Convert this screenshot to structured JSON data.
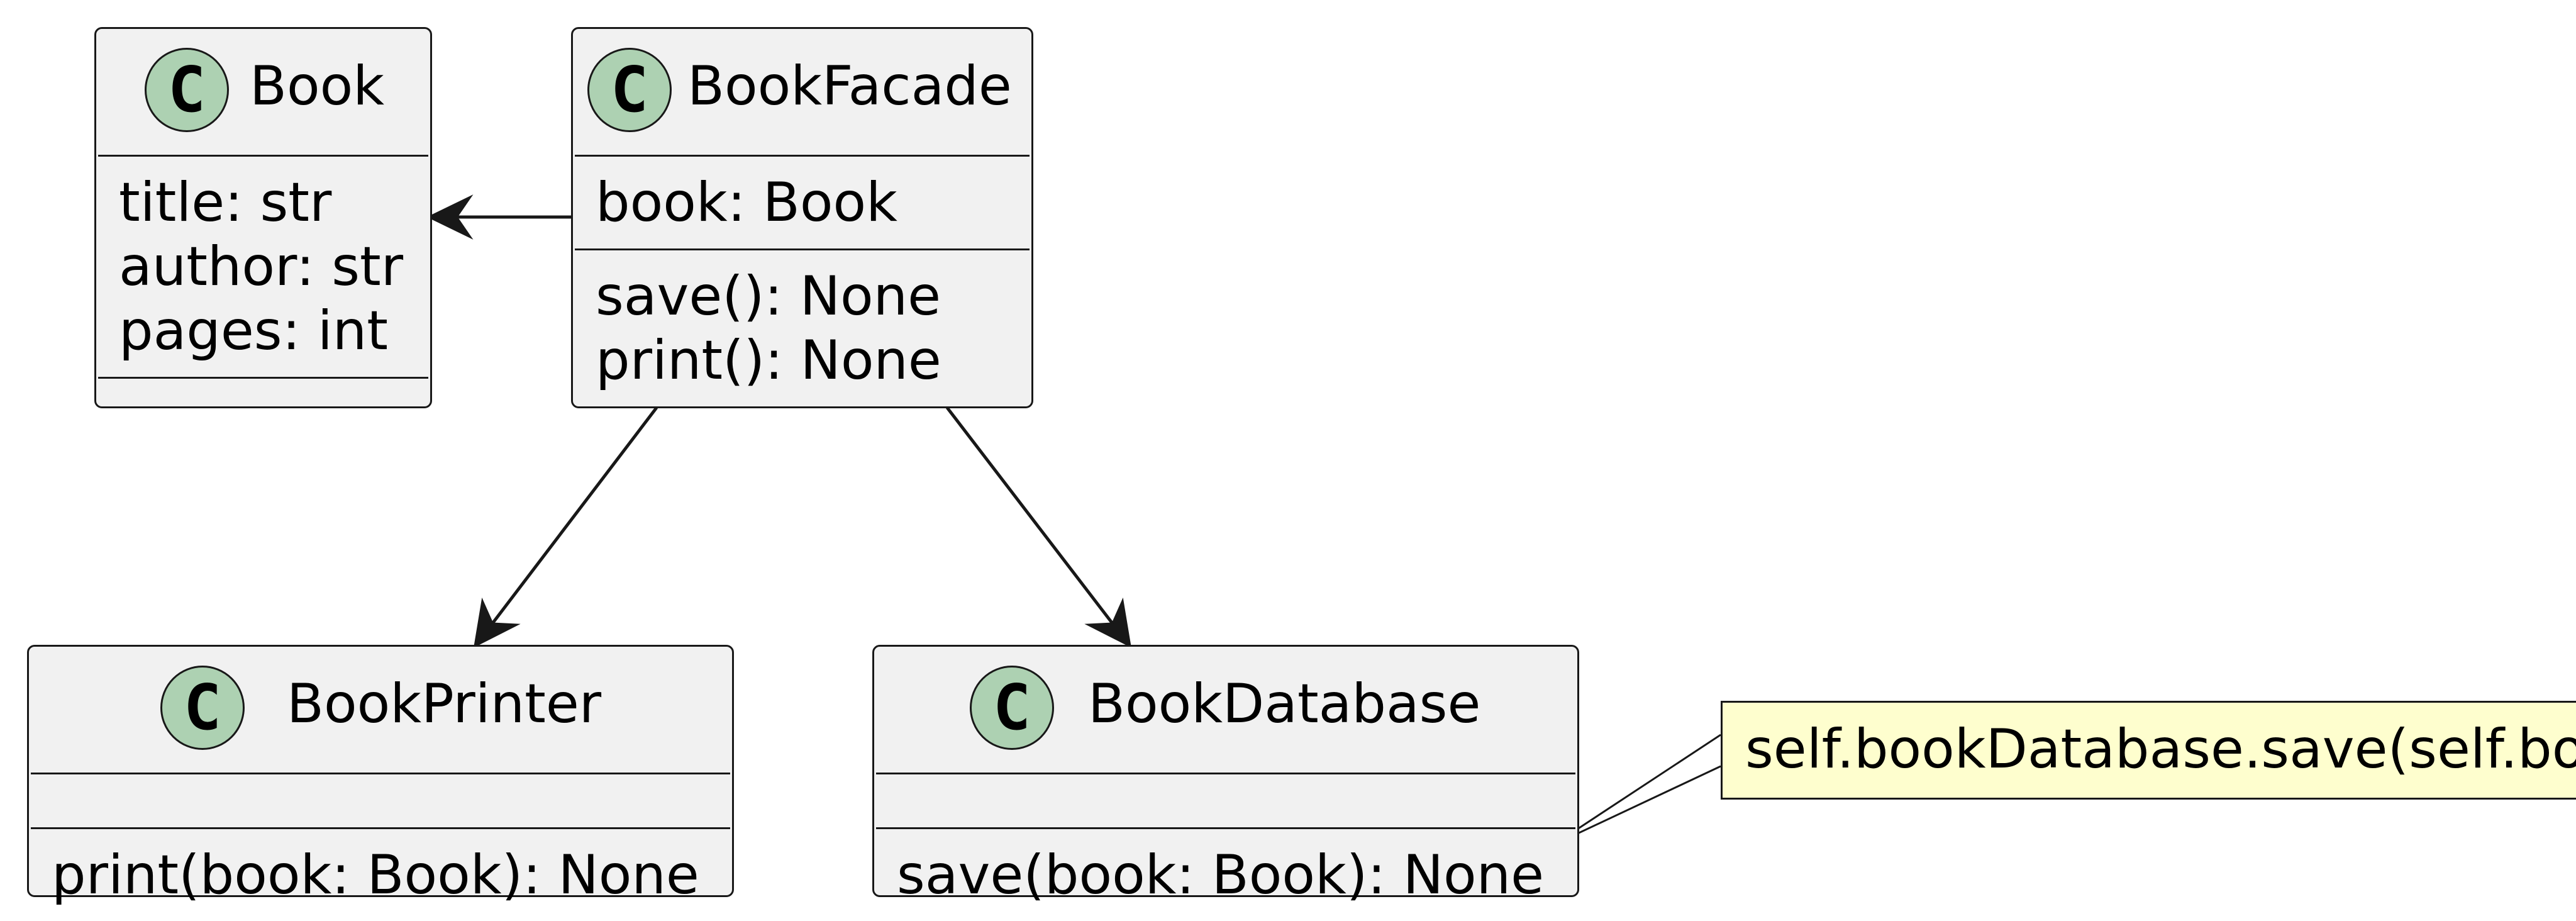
{
  "classes": {
    "book": {
      "stereotype_letter": "C",
      "name": "Book",
      "fields": [
        "title: str",
        "author: str",
        "pages: int"
      ],
      "methods": []
    },
    "book_facade": {
      "stereotype_letter": "C",
      "name": "BookFacade",
      "fields": [
        "book: Book"
      ],
      "methods": [
        "save(): None",
        "print(): None"
      ]
    },
    "book_printer": {
      "stereotype_letter": "C",
      "name": "BookPrinter",
      "fields": [],
      "methods": [
        "print(book: Book): None"
      ]
    },
    "book_database": {
      "stereotype_letter": "C",
      "name": "BookDatabase",
      "fields": [],
      "methods": [
        "save(book: Book): None"
      ]
    }
  },
  "note": {
    "text": "self.bookDatabase.save(self.book)"
  },
  "relations": [
    {
      "from": "BookFacade",
      "to": "Book",
      "type": "association"
    },
    {
      "from": "BookFacade",
      "to": "BookPrinter",
      "type": "association"
    },
    {
      "from": "BookFacade",
      "to": "BookDatabase",
      "type": "association"
    }
  ],
  "colors": {
    "class_fill": "#f1f1f1",
    "badge_fill": "#add1b2",
    "note_fill": "#fefece",
    "stroke": "#181818"
  }
}
